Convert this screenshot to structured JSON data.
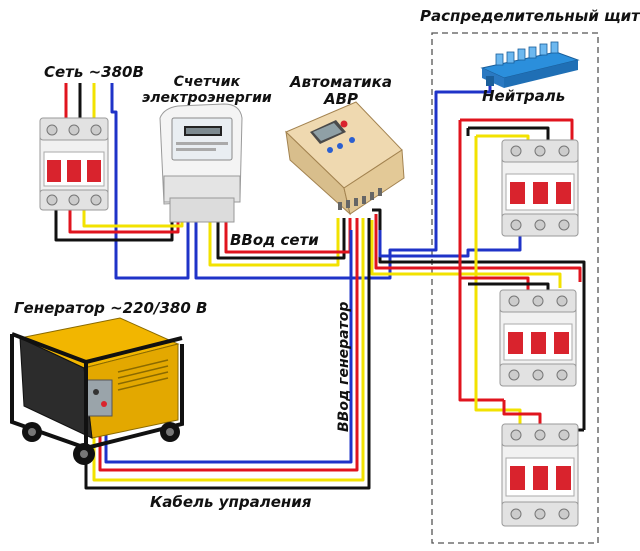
{
  "labels": {
    "grid": "Сеть  ~380В",
    "meter": "Счетчик\nэлектроэнергии",
    "ats": "Автоматика\nАВР",
    "panel": "Распределительный щит",
    "neutral": "Нейтраль",
    "mains_input": "ВВод сети",
    "generator": "Генератор ~220/380 В",
    "generator_input": "ВВод генератор",
    "control_cable": "Кабель упраления"
  },
  "colors": {
    "wire_red": "#e0141e",
    "wire_black": "#111111",
    "wire_yellow": "#f2e200",
    "wire_blue": "#1f33c8",
    "breaker_red": "#d9232d",
    "generator_yellow": "#f2b600"
  }
}
